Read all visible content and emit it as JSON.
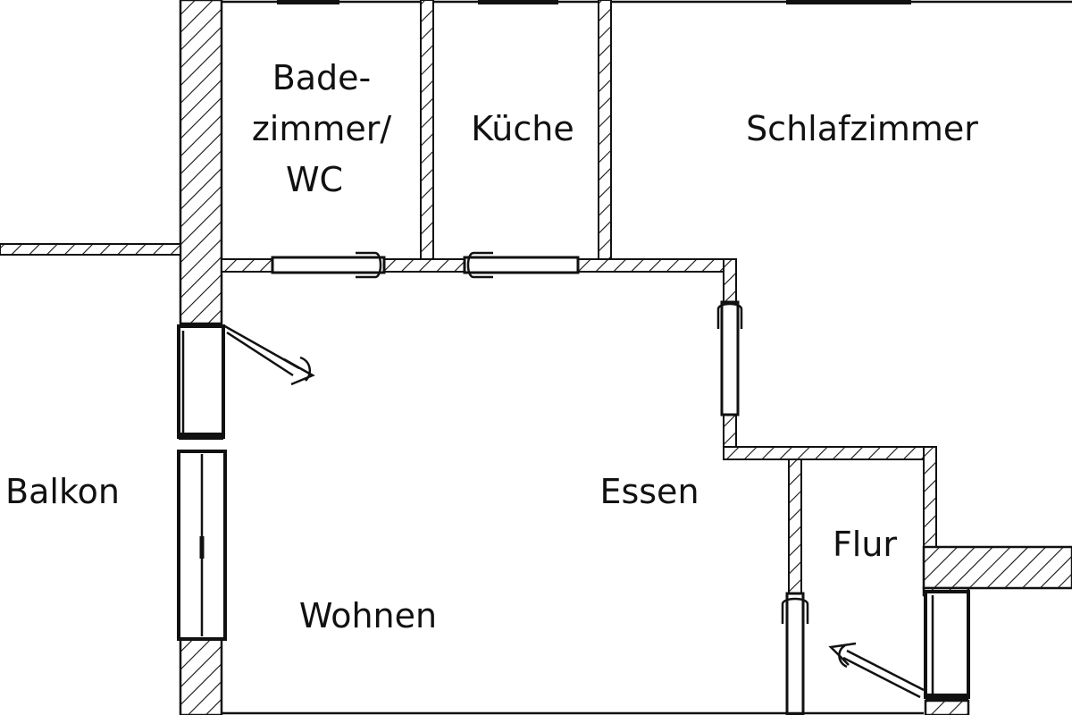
{
  "floor_plan": {
    "rooms": {
      "bathroom": [
        "Bade-",
        "zimmer/",
        "WC"
      ],
      "kitchen": "Küche",
      "bedroom": "Schlafzimmer",
      "balcony": "Balkon",
      "dining": "Essen",
      "hallway": "Flur",
      "living": "Wohnen"
    },
    "colors": {
      "line": "#111111",
      "background": "#ffffff"
    }
  }
}
